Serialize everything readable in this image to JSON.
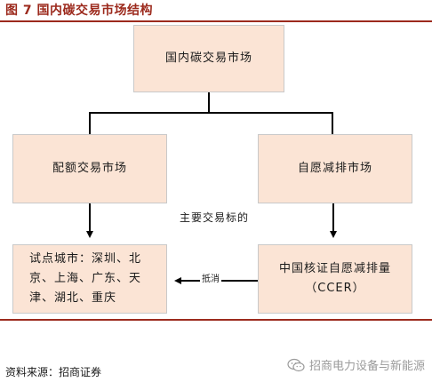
{
  "figure": {
    "title": "图 7  国内碳交易市场结构"
  },
  "nodes": {
    "root": "国内碳交易市场",
    "quota": "配额交易市场",
    "voluntary": "自愿减排市场",
    "pilot": "试点城市：深圳、北\n京、上海、广东、天\n津、湖北、重庆",
    "ccer": "中国核证自愿减排量\n（CCER）"
  },
  "notes": {
    "main_targets": "主要交易标的",
    "offset": "抵消"
  },
  "footer": {
    "source": "资料来源：招商证券",
    "watermark": "招商电力设备与新能源",
    "watermark_icon": "wechat-icon"
  },
  "colors": {
    "accent": "#9c2a1d",
    "box_fill": "#fbe4d5",
    "box_border": "#c9c9c9",
    "connector": "#000000"
  }
}
